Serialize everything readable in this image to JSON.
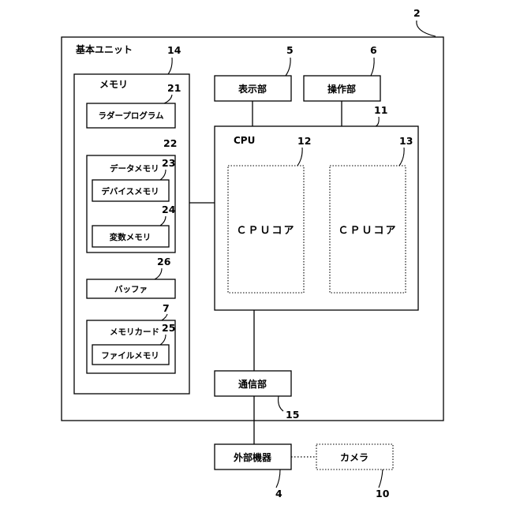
{
  "base_unit": {
    "label": "基本ユニット",
    "ref": "2"
  },
  "memory": {
    "label": "メモリ",
    "ref": "14",
    "ladder_program": {
      "label": "ラダープログラム",
      "ref": "21"
    },
    "data_memory": {
      "label": "データメモリ",
      "ref": "22",
      "device_memory": {
        "label": "デバイスメモリ",
        "ref": "23"
      },
      "variable_memory": {
        "label": "変数メモリ",
        "ref": "24"
      }
    },
    "buffer": {
      "label": "バッファ",
      "ref": "26"
    },
    "memory_card": {
      "label": "メモリカード",
      "ref": "7",
      "file_memory": {
        "label": "ファイルメモリ",
        "ref": "25"
      }
    }
  },
  "display": {
    "label": "表示部",
    "ref": "5"
  },
  "operation": {
    "label": "操作部",
    "ref": "6"
  },
  "cpu": {
    "label": "CPU",
    "ref": "11",
    "cores": [
      {
        "label": "ＣＰＵコア",
        "ref": "12"
      },
      {
        "label": "ＣＰＵコア",
        "ref": "13"
      }
    ]
  },
  "comm": {
    "label": "通信部",
    "ref": "15"
  },
  "external": {
    "label": "外部機器",
    "ref": "4"
  },
  "camera": {
    "label": "カメラ",
    "ref": "10"
  }
}
